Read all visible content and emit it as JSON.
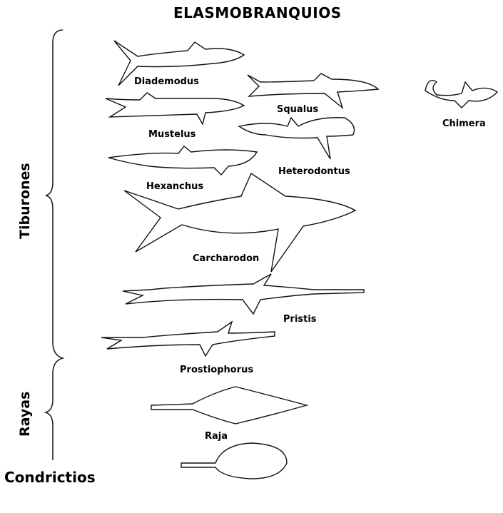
{
  "title": "ELASMOBRANQUIOS",
  "groups": {
    "sharks": "Tiburones",
    "rays": "Rayas",
    "class": "Condrictios"
  },
  "species": {
    "diademodus": "Diademodus",
    "squalus": "Squalus",
    "chimera": "Chimera",
    "mustelus": "Mustelus",
    "heterodontus": "Heterodontus",
    "hexanchus": "Hexanchus",
    "carcharodon": "Carcharodon",
    "pristis": "Pristis",
    "prostiophorus": "Prostiophorus",
    "raja": "Raja"
  }
}
